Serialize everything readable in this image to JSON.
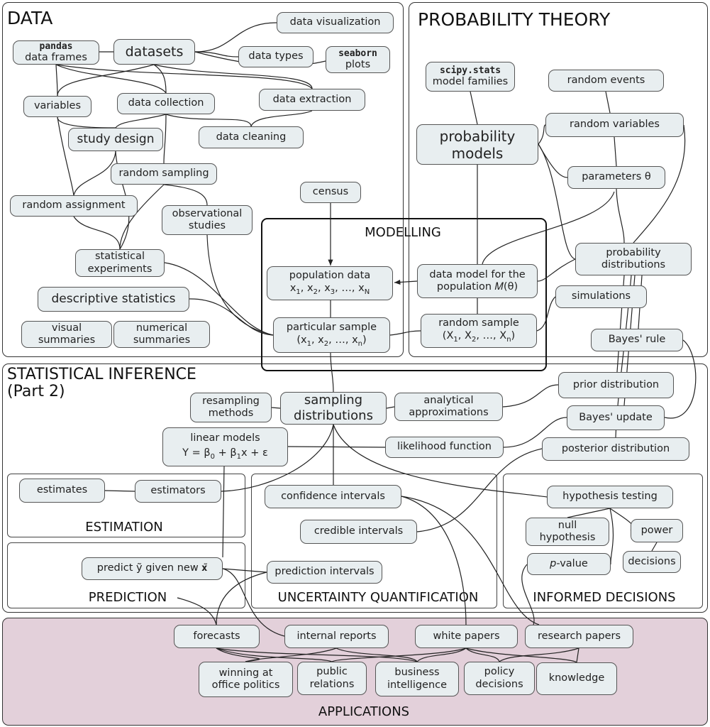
{
  "colors": {
    "node_fill": "#e8eef0",
    "applications_bg": "#e3d0da",
    "border": "#333333"
  },
  "panels": {
    "data": "DATA",
    "probability": "PROBABILITY THEORY",
    "modelling": "MODELLING",
    "inference_line1": "STATISTICAL INFERENCE",
    "inference_line2": "(Part 2)",
    "estimation": "ESTIMATION",
    "prediction": "PREDICTION",
    "uncertainty": "UNCERTAINTY QUANTIFICATION",
    "decisions": "INFORMED DECISIONS",
    "applications": "APPLICATIONS"
  },
  "data": {
    "data_visualization": "data visualization",
    "pandas_code": "pandas",
    "pandas_text": "data frames",
    "datasets": "datasets",
    "data_types": "data types",
    "seaborn_code": "seaborn",
    "seaborn_text": "plots",
    "variables": "variables",
    "data_collection": "data collection",
    "data_extraction": "data extraction",
    "study_design": "study design",
    "data_cleaning": "data cleaning",
    "random_sampling": "random sampling",
    "random_assignment": "random assignment",
    "observational_1": "observational",
    "observational_2": "studies",
    "census": "census",
    "experiments_1": "statistical",
    "experiments_2": "experiments",
    "descriptive_statistics": "descriptive statistics",
    "visual_1": "visual",
    "visual_2": "summaries",
    "numerical_1": "numerical",
    "numerical_2": "summaries"
  },
  "probability": {
    "scipy_code": "scipy.stats",
    "scipy_text": "model families",
    "random_events": "random events",
    "probability_models_1": "probability",
    "probability_models_2": "models",
    "random_variables": "random variables",
    "parameters": "parameters θ",
    "prob_dist_1": "probability",
    "prob_dist_2": "distributions",
    "simulations": "simulations",
    "bayes_rule": "Bayes' rule"
  },
  "modelling": {
    "population_data": "population data",
    "population_formula": {
      "open": "",
      "close": "",
      "terms": [
        [
          "x",
          "1"
        ],
        [
          "x",
          "2"
        ],
        [
          "x",
          "3"
        ],
        [
          "…",
          ""
        ],
        [
          "x",
          "N"
        ]
      ]
    },
    "data_model_1": "data model for the",
    "data_model_2": "population 𝑀(θ)",
    "particular_sample": "particular sample",
    "particular_formula": {
      "open": "(",
      "close": ")",
      "terms": [
        [
          "x",
          "1"
        ],
        [
          "x",
          "2"
        ],
        [
          "…",
          ""
        ],
        [
          "x",
          "n"
        ]
      ]
    },
    "random_sample": "random sample",
    "random_formula": {
      "open": "(",
      "close": ")",
      "terms": [
        [
          "X",
          "1"
        ],
        [
          "X",
          "2"
        ],
        [
          "…",
          ""
        ],
        [
          "X",
          "n"
        ]
      ]
    }
  },
  "inference": {
    "resampling_1": "resampling",
    "resampling_2": "methods",
    "sampling_1": "sampling",
    "sampling_2": "distributions",
    "analytical_1": "analytical",
    "analytical_2": "approximations",
    "prior": "prior distribution",
    "bayes_update": "Bayes' update",
    "linear_models": "linear models",
    "lm_y": "Y = ",
    "lm_b": "β",
    "lm_0": "0",
    "lm_plus1": " + β",
    "lm_1": "1",
    "lm_x": "x + ε",
    "likelihood": "likelihood function",
    "posterior": "posterior distribution",
    "estimates": "estimates",
    "estimators": "estimators",
    "predict": "predict ỹ given new 𝐱̃",
    "confidence": "confidence intervals",
    "credible": "credible intervals",
    "prediction_intervals": "prediction intervals",
    "hypothesis": "hypothesis testing",
    "null_1": "null",
    "null_2": "hypothesis",
    "power": "power",
    "p_letter": "p",
    "p_rest": "-value",
    "decisions": "decisions"
  },
  "applications": {
    "forecasts": "forecasts",
    "internal_reports": "internal reports",
    "white_papers": "white papers",
    "research_papers": "research papers",
    "winning_1": "winning at",
    "winning_2": "office politics",
    "public_1": "public",
    "public_2": "relations",
    "business_1": "business",
    "business_2": "intelligence",
    "policy_1": "policy",
    "policy_2": "decisions",
    "knowledge": "knowledge"
  }
}
